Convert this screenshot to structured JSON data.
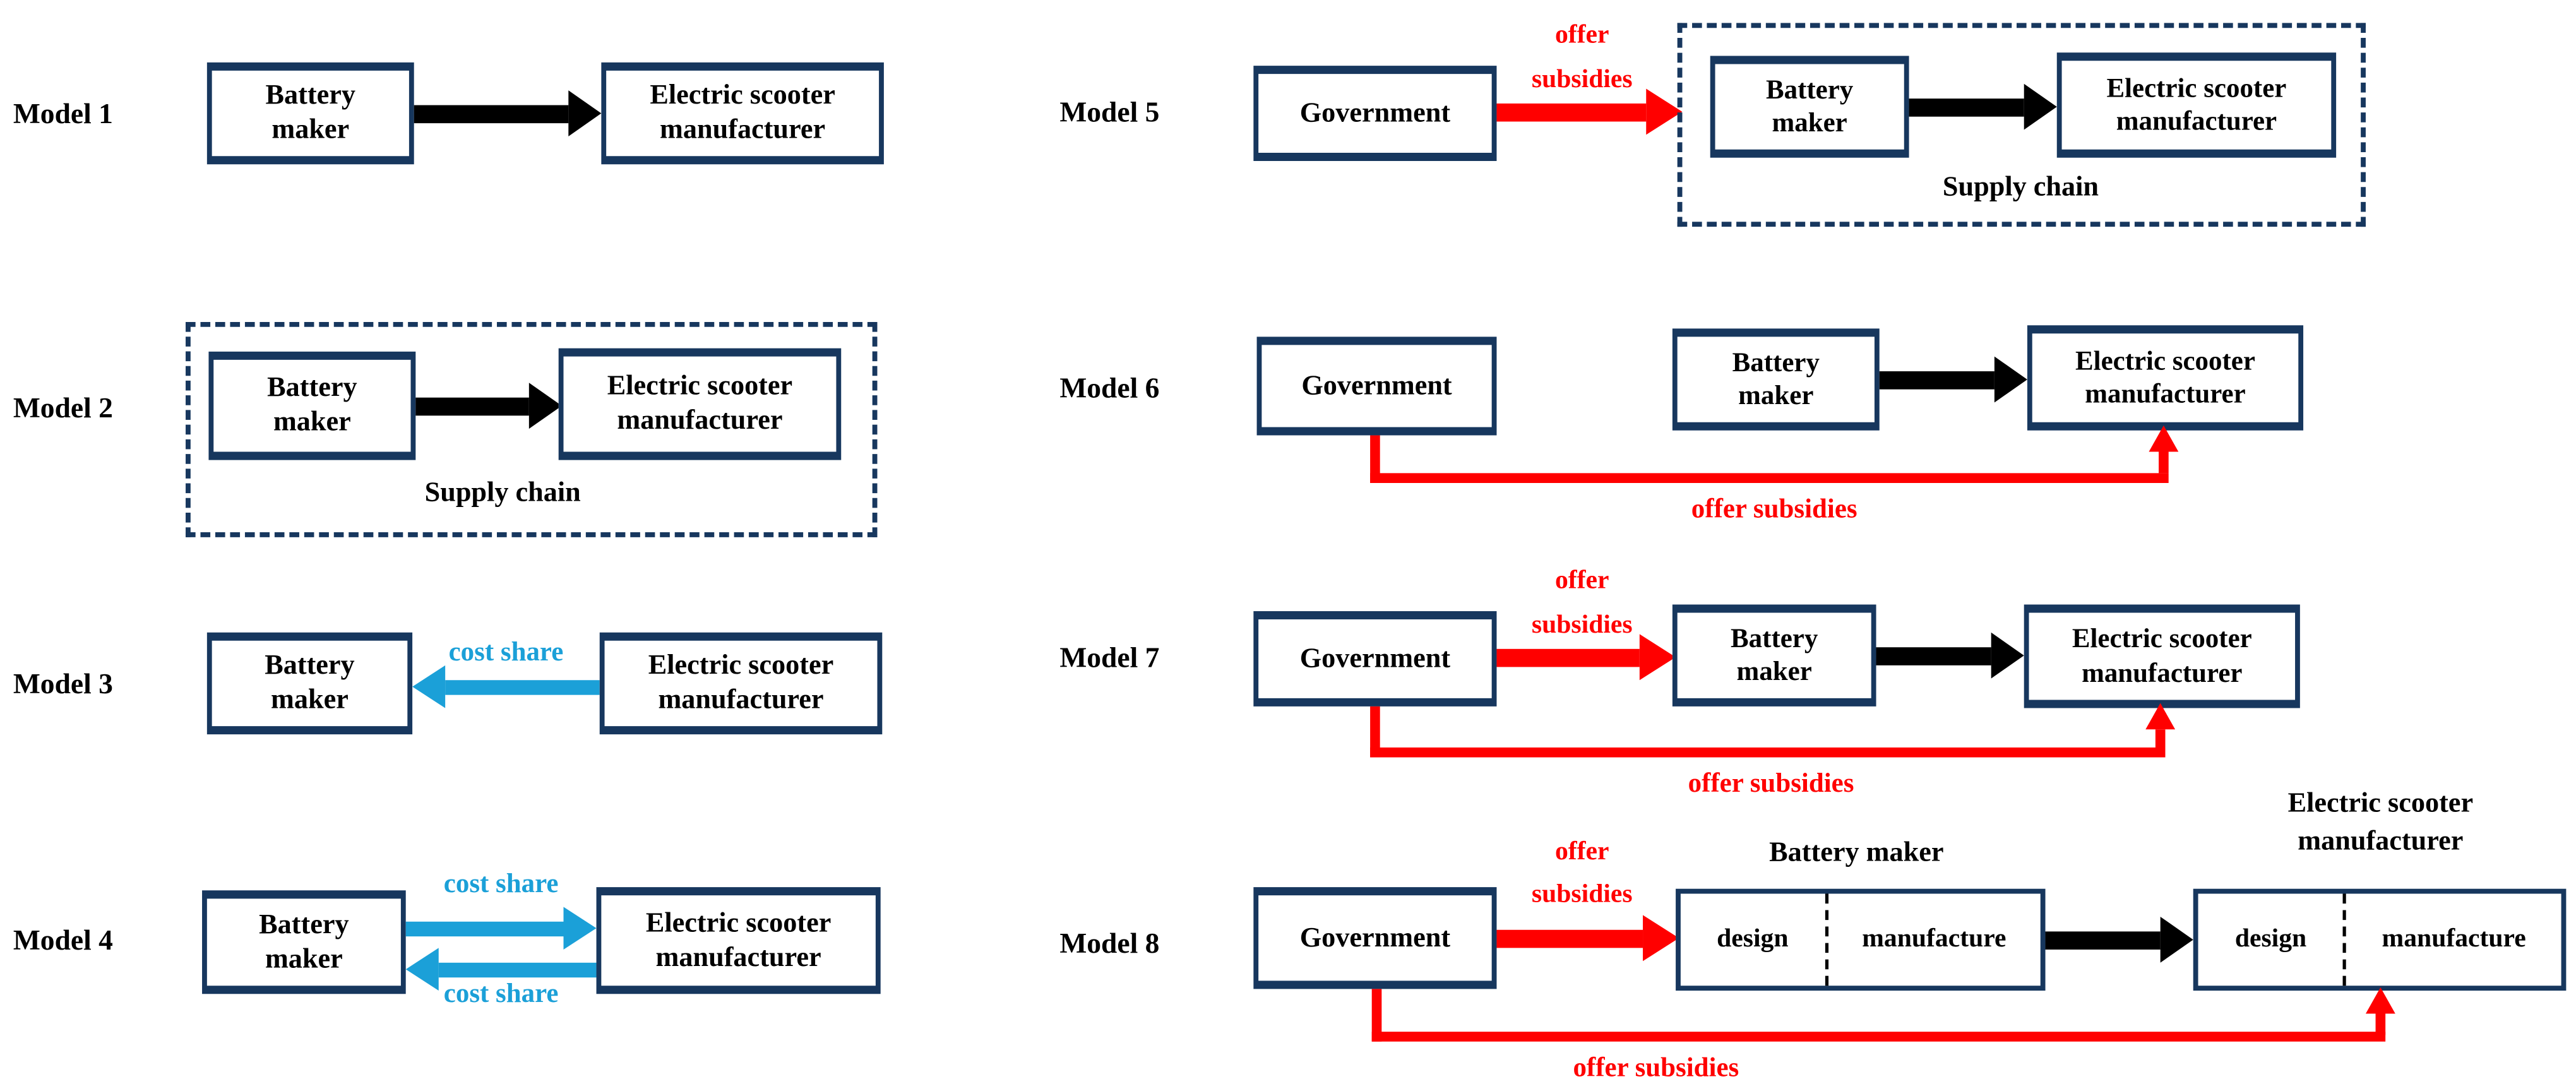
{
  "colors": {
    "box_border": "#17375E",
    "arrow_black": "#000000",
    "arrow_red": "#FF0000",
    "arrow_cyan": "#1BA0D8",
    "text": "#000000"
  },
  "models": [
    {
      "label": "Model 1"
    },
    {
      "label": "Model 2"
    },
    {
      "label": "Model 3"
    },
    {
      "label": "Model 4"
    },
    {
      "label": "Model 5"
    },
    {
      "label": "Model 6"
    },
    {
      "label": "Model 7"
    },
    {
      "label": "Model 8"
    }
  ],
  "labels": {
    "battery_maker": "Battery maker",
    "esm": "Electric scooter manufacturer",
    "government": "Government",
    "supply_chain": "Supply chain",
    "cost_share": "cost share",
    "offer": "offer",
    "subsidies": "subsidies",
    "offer_subsidies": "offer subsidies",
    "design": "design",
    "manufacture": "manufacture"
  }
}
